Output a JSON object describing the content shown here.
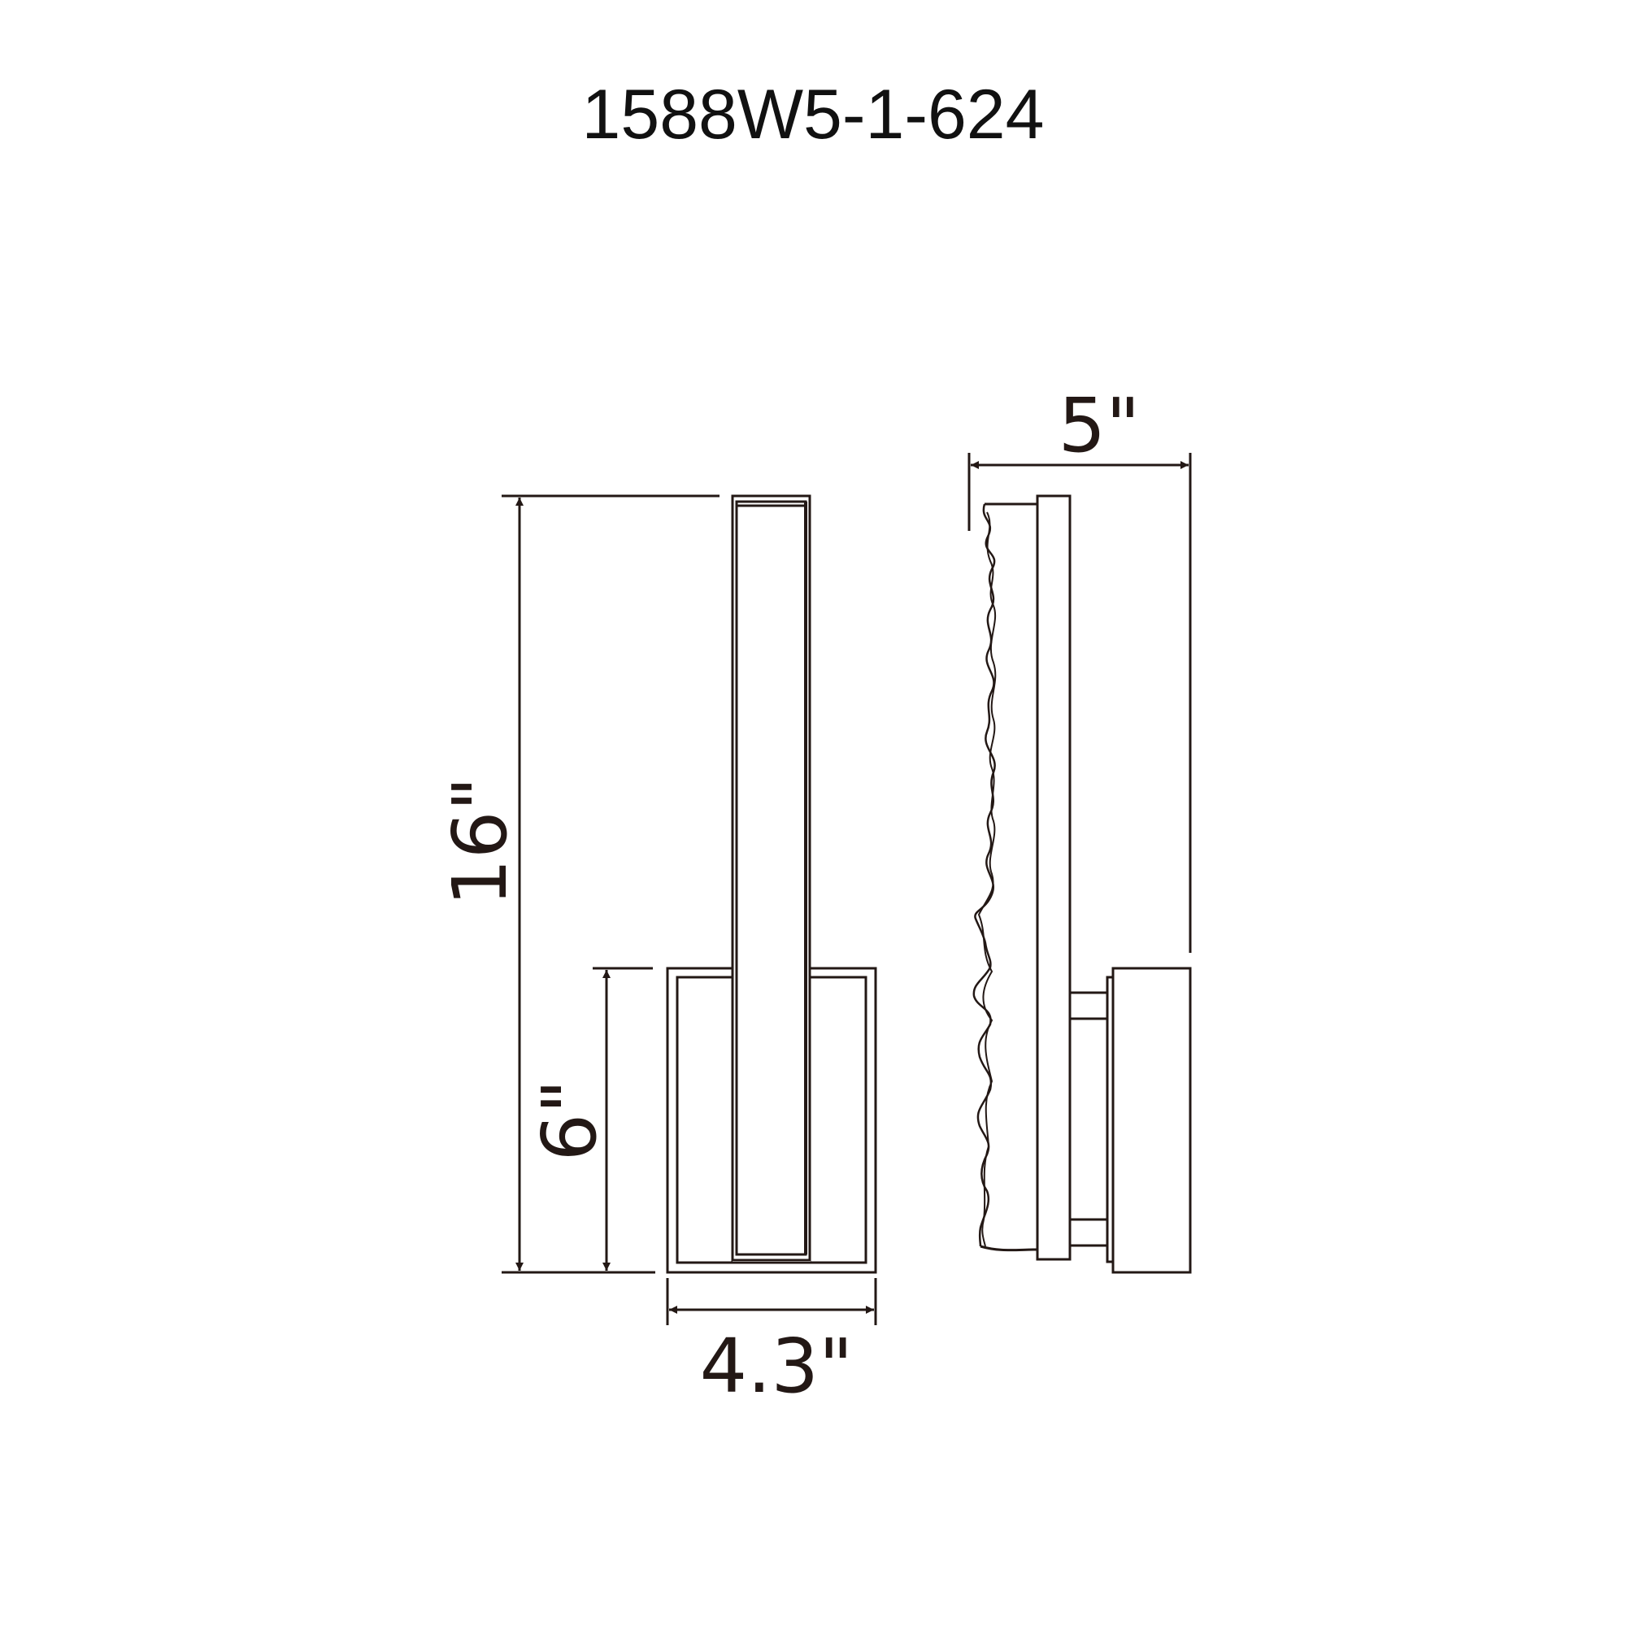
{
  "title": "1588W5-1-624",
  "colors": {
    "line": "#231815",
    "background": "#ffffff",
    "title": "#111111"
  },
  "views": {
    "front": {
      "label": "front-view",
      "dimensions": {
        "overall_height": "16\"",
        "backplate_height": "6\"",
        "backplate_width": "4.3\""
      }
    },
    "side": {
      "label": "side-view",
      "dimensions": {
        "depth": "5\""
      }
    }
  }
}
